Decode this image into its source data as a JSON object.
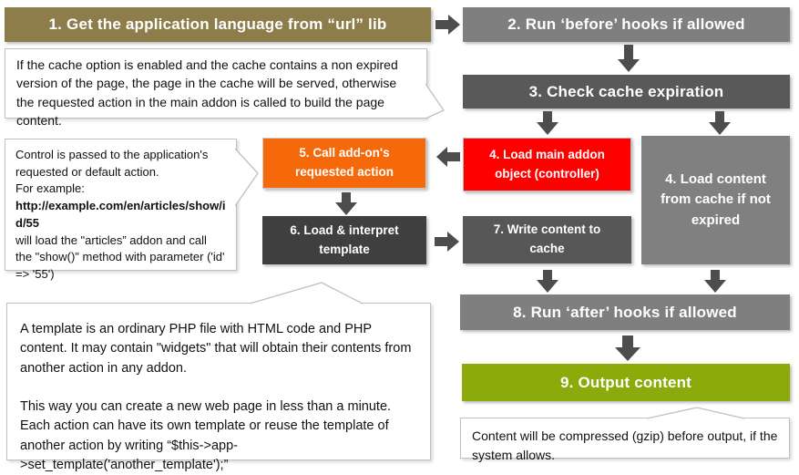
{
  "flow": {
    "step1": "1. Get the application language from “url” lib",
    "step2": "2. Run ‘before’ hooks if allowed",
    "step3": "3. Check cache expiration",
    "step4_main": "4. Load main addon object (controller)",
    "step4_cache": "4. Load content from cache if not expired",
    "step5": "5. Call add-on's requested action",
    "step6": "6. Load & interpret template",
    "step7": "7. Write content to cache",
    "step8": "8. Run ‘after’ hooks if allowed",
    "step9": "9. Output content"
  },
  "notes": {
    "cache": "If the cache option is enabled and the cache contains a non expired version of the page, the page in the cache will be served, otherwise the requested action in the main addon is called to build the page content.",
    "action": {
      "line1": "Control is passed to the application's requested or default action.",
      "line2": "For example:",
      "url": "http://example.com/en/articles/show/id/55",
      "line3": "will load the \"articles” addon and call the \"show()\" method with parameter ('id' => '55')"
    },
    "template": {
      "p1": "A template is an ordinary PHP file with HTML code and PHP content. It may contain \"widgets\" that will obtain their contents from another action in any addon.",
      "p2": "This way you can create a new web page in less than a minute. Each action can have its own template or reuse the template of another action by writing “$this->app->set_template('another_template');”"
    },
    "output": "Content will be compressed (gzip) before output, if the system allows."
  },
  "colors": {
    "step1_olive": "#8d7d4b",
    "step2_gray": "#7f7f7f",
    "step3_darkgray": "#595959",
    "step4_red": "#fe0000",
    "step4_cache_gray": "#808080",
    "step5_orange": "#f6690b",
    "step6_charcoal": "#3f3f3f",
    "step7_gray": "#575757",
    "step8_gray": "#7f7f7f",
    "step9_green": "#8caa0a",
    "arrow": "#4d4d4d",
    "callout_border": "#c0c0c0"
  }
}
